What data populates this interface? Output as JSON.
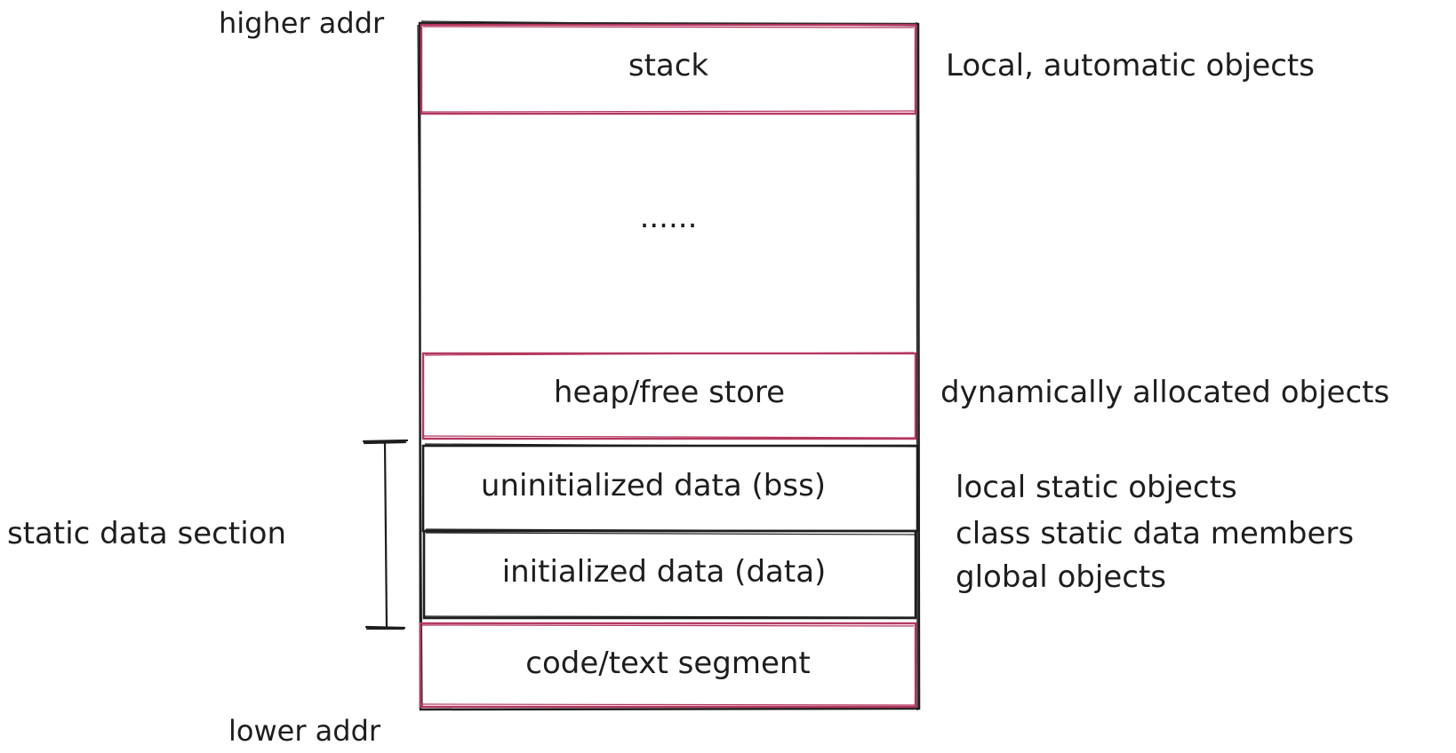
{
  "memory_layout": {
    "address_labels": {
      "top": "higher addr",
      "bottom": "lower addr"
    },
    "segments": [
      {
        "label": "stack",
        "description": "Local, automatic objects",
        "accent": "#b5385f"
      },
      {
        "label": "......",
        "description": "",
        "accent": "#1e1e1e"
      },
      {
        "label": "heap/free store",
        "description": "dynamically allocated objects",
        "accent": "#b5385f"
      },
      {
        "label": "uninitialized data (bss)",
        "description": "",
        "accent": "#1e1e1e"
      },
      {
        "label": "initialized data (data)",
        "description": "",
        "accent": "#1e1e1e"
      },
      {
        "label": "code/text segment",
        "description": "",
        "accent": "#b5385f"
      }
    ],
    "static_section": {
      "label": "static data section",
      "members": [
        "local static objects",
        "class static data members",
        "global objects"
      ]
    }
  },
  "colors": {
    "ink": "#1e1e1e",
    "accent": "#b5385f",
    "background": "#ffffff"
  }
}
